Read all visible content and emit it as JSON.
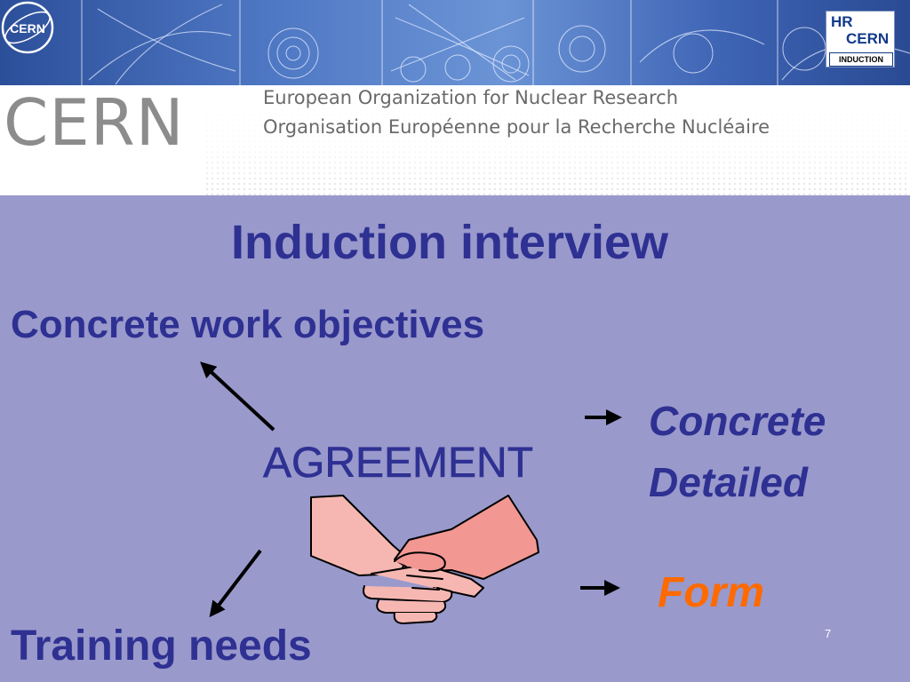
{
  "header": {
    "seal_text": "CERN",
    "hr_badge": {
      "line1": "HR",
      "line2": "CERN",
      "line3": "INDUCTION"
    },
    "wordmark": "CERN",
    "org_name_en": "European Organization for Nuclear Research",
    "org_name_fr": "Organisation Européenne pour la Recherche Nucléaire"
  },
  "slide": {
    "title": "Induction interview",
    "objectives": "Concrete work objectives",
    "agreement": "AGREEMENT",
    "qualities": {
      "line1": "Concrete",
      "line2": "Detailed"
    },
    "form": "Form",
    "training": "Training needs",
    "page_number": "7"
  },
  "colors": {
    "background": "#9999cc",
    "text_primary": "#2e3092",
    "accent_form": "#ff6a00",
    "header_blue": "#3d63b3"
  },
  "icons": [
    "cern-seal-icon",
    "handshake-icon",
    "arrow-icon"
  ]
}
